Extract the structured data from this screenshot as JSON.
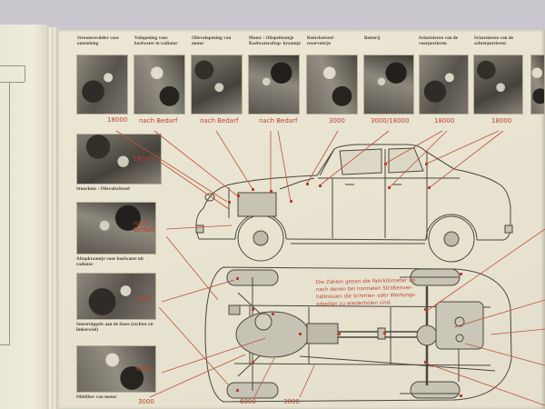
{
  "colors": {
    "accent_red": "#bf3f2c",
    "page_cream": "#e9e5d2",
    "surface_gray": "#c8c5cd",
    "ink": "#453f33",
    "line_art": "#4a473e"
  },
  "top_row": {
    "items": [
      {
        "caption": "Stroomverdeler voor ontsteking",
        "interval": "18000"
      },
      {
        "caption": "Vulopening voor koelwater in radiator",
        "interval": "nach Bedarf"
      },
      {
        "caption": "Olievulopening van motor",
        "interval": "nach Bedarf"
      },
      {
        "caption": "Motor : Oliepeilstokje Koelwateraftap- kraantje",
        "interval": "nach Bedarf"
      },
      {
        "caption": "Remvloeistof- reservoirtje",
        "interval": "3000"
      },
      {
        "caption": "Batterij",
        "interval": "3000/18000"
      },
      {
        "caption": "Scharnieren van de voorportieren",
        "interval": "18000"
      },
      {
        "caption": "Scharnieren van de achterportieren",
        "interval": "18000"
      }
    ]
  },
  "left_column": {
    "items": [
      {
        "caption": "Stuurhuis : Olievulschroef",
        "interval": "18000"
      },
      {
        "caption": "Aftapkraantje voor koelwater uit radiator",
        "interval": "nach Bedarf"
      },
      {
        "caption": "Smeernippels aan de fusee (rechter en linkerwiel)",
        "interval": "3000"
      },
      {
        "caption": "Oliefilter van motor",
        "interval": "6000"
      }
    ]
  },
  "bottom_row": {
    "intervals": [
      "3000",
      "6000",
      "3000"
    ]
  },
  "note_box": {
    "lines": [
      "Die Zahlen geben die Fahrkilometer an",
      "nach denen bei normalen Straßenver-",
      "hältnissen die Schmier- oder Wartungs-",
      "arbeiten zu wiederholen sind."
    ]
  }
}
